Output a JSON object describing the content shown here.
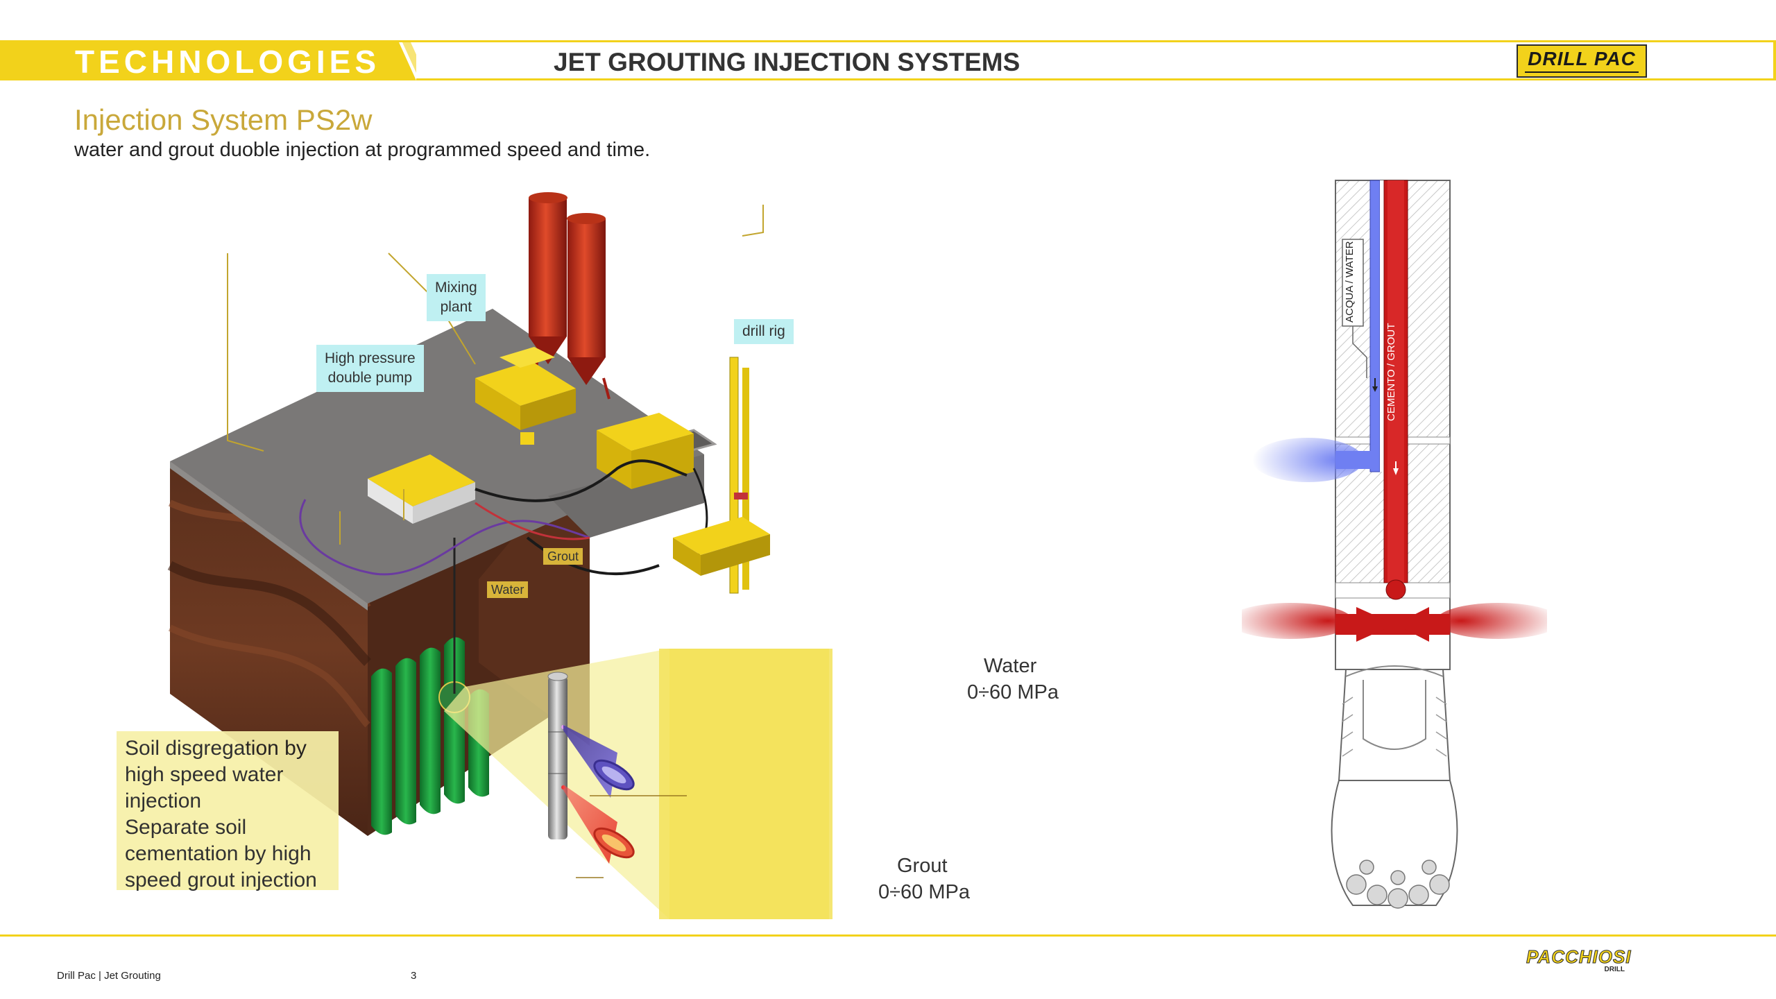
{
  "header": {
    "section": "TECHNOLOGIES",
    "title": "JET GROUTING INJECTION SYSTEMS",
    "logo_text": "DRILL PAC"
  },
  "heading": "Injection System PS2w",
  "subtitle": "water and grout duoble injection at programmed speed and time.",
  "illustration": {
    "labels": {
      "mixing_plant": [
        "Mixing",
        "plant"
      ],
      "pump": [
        "High pressure",
        "double pump"
      ],
      "drill_rig": "drill rig",
      "grout": "Grout",
      "water": "Water"
    },
    "description_lines": [
      "Soil disgregation by",
      "high speed water",
      "injection",
      "Separate soil",
      "cementation by high",
      "speed grout injection"
    ],
    "zoom": {
      "water_title": "Water",
      "water_pressure": "0÷60 MPa",
      "grout_title": "Grout",
      "grout_pressure": "0÷60 MPa"
    }
  },
  "tool": {
    "water_channel_label": "ACQUA / WATER",
    "grout_channel_label": "CEMENTO / GROUT"
  },
  "colors": {
    "accent_yellow": "#f2d21b",
    "heading_gold": "#c9a83a",
    "water_blue": "#6f7ff2",
    "grout_red": "#c81919",
    "column_green": "#1f9a3c"
  },
  "footer": {
    "left": "Drill Pac | Jet Grouting",
    "page": "3",
    "logo_text": "PACCHIOSI",
    "logo_sub": "DRILL"
  }
}
